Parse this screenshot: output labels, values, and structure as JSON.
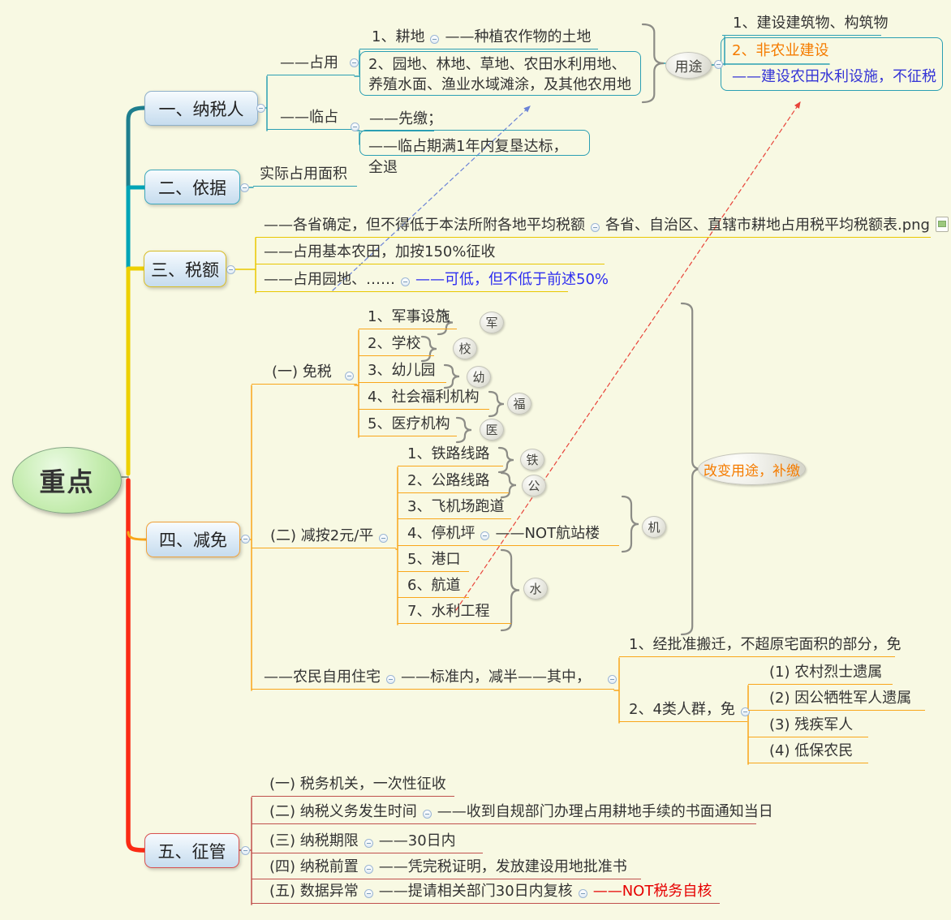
{
  "root_label": "重点",
  "nodes": {
    "n1": "一、纳税人",
    "n2": "二、依据",
    "n3": "三、税额",
    "n4": "四、减免",
    "n5": "五、征管"
  },
  "s1": {
    "zy": "——占用",
    "gd": "1、耕地",
    "gd_note": "——种植农作物的土地",
    "other": "2、园地、林地、草地、农田水利用地、养殖水面、渔业水域滩涂，及其他农用地",
    "use_bubble": "用途",
    "use1": "1、建设建筑物、构筑物",
    "use2": "2、非农业建设",
    "use2_note": "——建设农田水利设施，不征税",
    "lz": "——临占",
    "lz1": "——先缴；",
    "lz2": "——临占期满1年内复垦达标，全退"
  },
  "s2": {
    "note": "实际占用面积"
  },
  "s3": {
    "r1a": "——各省确定，但不得低于本法所附各地平均税额",
    "r1b": "各省、自治区、直辖市耕地占用税平均税额表.png",
    "r2": "——占用基本农田，加按150%征收",
    "r3a": "——占用园地、……",
    "r3b": "——可低，但不低于前述50%"
  },
  "s4": {
    "g1": "(一) 免税",
    "e": [
      "1、军事设施",
      "2、学校",
      "3、幼儿园",
      "4、社会福利机构",
      "5、医疗机构"
    ],
    "g2": "(二) 减按2元/平",
    "r": [
      "1、铁路线路",
      "2、公路线路",
      "3、飞机场跑道",
      "4、停机坪",
      "5、港口",
      "6、航道",
      "7、水利工程"
    ],
    "r4_note": "——NOT航站楼",
    "recapture": "改变用途，补缴",
    "g3a": "——农民自用住宅",
    "g3b": "——标准内，减半——其中，",
    "m1": "1、经批准搬迁，不超原宅面积的部分，免",
    "m2": "2、4类人群，免",
    "m2s": [
      "(1) 农村烈士遗属",
      "(2) 因公牺牲军人遗属",
      "(3) 残疾军人",
      "(4) 低保农民"
    ]
  },
  "s5": {
    "r1": "(一) 税务机关，一次性征收",
    "r2a": "(二) 纳税义务发生时间",
    "r2b": "——收到自规部门办理占用耕地手续的书面通知当日",
    "r3a": "(三) 纳税期限",
    "r3b": "——30日内",
    "r4a": "(四) 纳税前置",
    "r4b": "——凭完税证明，发放建设用地批准书",
    "r5a": "(五) 数据异常",
    "r5b": "——提请相关部门30日内复核",
    "r5c": "——NOT税务自核"
  },
  "tags": {
    "jun": "军",
    "xiao": "校",
    "you": "幼",
    "fu": "福",
    "yi": "医",
    "tie": "铁",
    "gong": "公",
    "ji": "机",
    "shui": "水"
  },
  "colors": {
    "background": "#f8f9e3",
    "teal_line": "#2b9fb3",
    "trunk_dark_teal": "#1e7e8e",
    "trunk_teal": "#00a4b6",
    "trunk_yellow": "#edd000",
    "trunk_red": "#fb2b14",
    "orange_line": "#f9a61a",
    "red_line": "#c0504d",
    "blue_text": "#3434d6",
    "orange_text": "#f57c00",
    "red_text": "#e60000"
  }
}
